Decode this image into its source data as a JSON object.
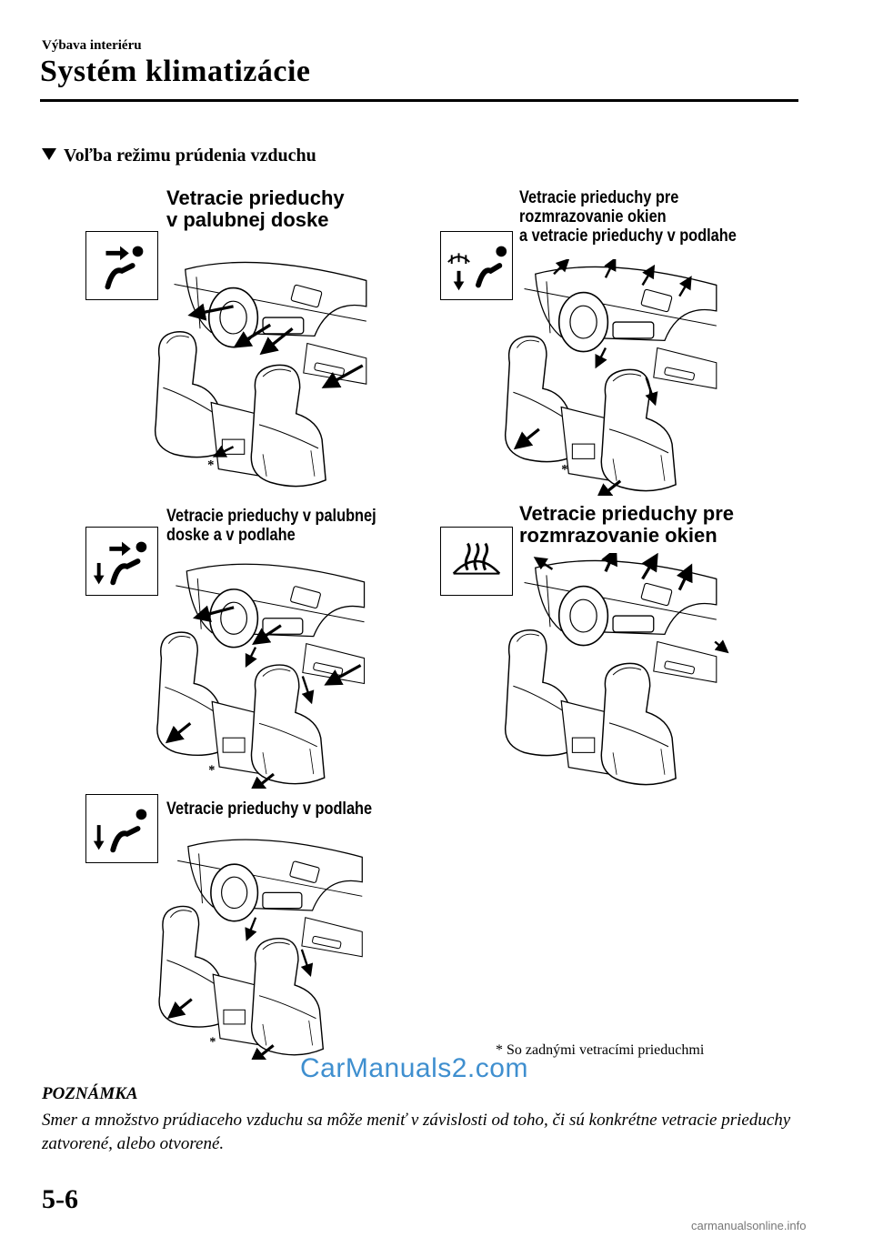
{
  "header": {
    "section": "Výbava interiéru",
    "title": "Systém klimatizácie"
  },
  "subheading": "Voľba režimu prúdenia vzduchu",
  "modes": [
    {
      "icon": "dashboard-vent-mode-icon",
      "label_line1": "Vetracie prieduchy",
      "label_line2": "v palubnej doske",
      "label_line3": ""
    },
    {
      "icon": "defrost-floor-vent-mode-icon",
      "label_line1": "Vetracie prieduchy pre",
      "label_line2": "rozmrazovanie okien",
      "label_line3": "a vetracie prieduchy v podlahe"
    },
    {
      "icon": "bilevel-vent-mode-icon",
      "label_line1": "Vetracie prieduchy v palubnej",
      "label_line2": "doske a v podlahe",
      "label_line3": ""
    },
    {
      "icon": "windshield-defrost-icon",
      "label_line1": "Vetracie prieduchy pre",
      "label_line2": "rozmrazovanie okien",
      "label_line3": ""
    },
    {
      "icon": "floor-vent-mode-icon",
      "label_line1": "Vetracie prieduchy v podlahe",
      "label_line2": "",
      "label_line3": ""
    }
  ],
  "asterisk": "*",
  "footnote": "* So zadnými vetracími prieduchmi",
  "watermark": "CarManuals2.com",
  "note": {
    "title": "POZNÁMKA",
    "text": "Smer a množstvo prúdiaceho vzduchu sa môže meniť v závislosti od toho, či sú konkrétne vetracie prieduchy zatvorené, alebo otvorené."
  },
  "page_number": "5-6",
  "site": "carmanualsonline.info"
}
